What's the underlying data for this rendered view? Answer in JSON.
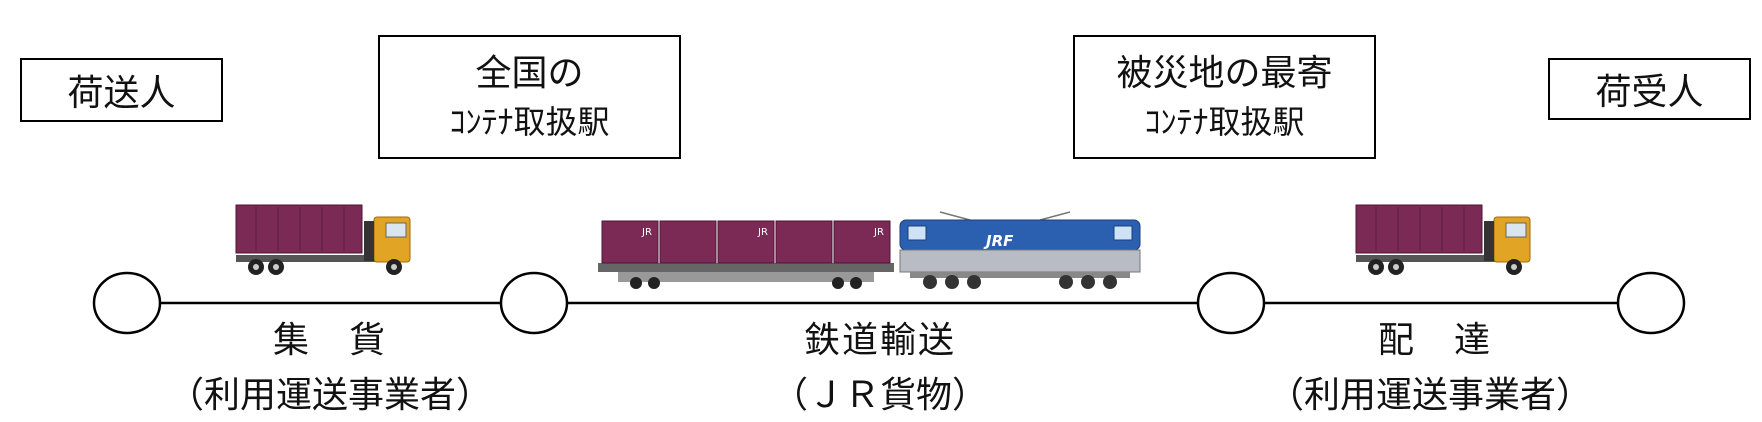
{
  "boxes": {
    "shipper": "荷送人",
    "origin_line1": "全国の",
    "origin_line2": "ｺﾝﾃﾅ取扱駅",
    "destination_line1": "被災地の最寄",
    "destination_line2": "ｺﾝﾃﾅ取扱駅",
    "receiver": "荷受人"
  },
  "segments": {
    "collection": {
      "label": "集　貨",
      "operator": "（利用運送事業者）"
    },
    "rail": {
      "label": "鉄道輸送",
      "operator": "（ＪＲ貨物）"
    },
    "delivery": {
      "label": "配　達",
      "operator": "（利用運送事業者）"
    }
  },
  "vehicles": {
    "locomotive_logo": "JRF",
    "wagon_logo": "JR"
  },
  "colors": {
    "container": "#7a2a55",
    "truck_cab": "#e2a424",
    "locomotive_blue": "#2b5fb0",
    "locomotive_gray": "#b8bcc4"
  }
}
